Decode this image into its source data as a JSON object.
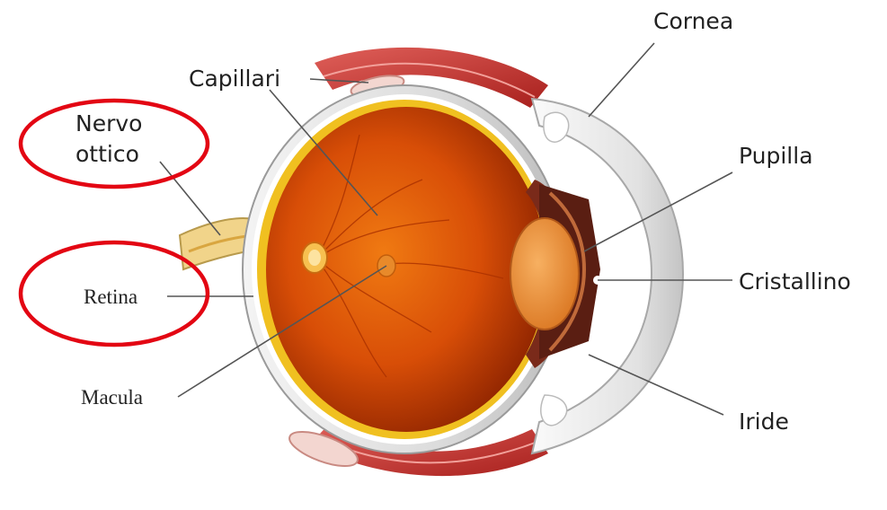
{
  "labels": {
    "cornea": "Cornea",
    "capillari": "Capillari",
    "nervo_line1": "Nervo",
    "nervo_line2": "ottico",
    "pupilla": "Pupilla",
    "retina": "Retina",
    "cristallino": "Cristallino",
    "macula": "Macula",
    "iride": "Iride"
  },
  "colors": {
    "highlight": "#e30613",
    "vitreous": "#e05a06",
    "macula_yellow": "#f5c400",
    "sclera": "#e6e6e6",
    "muscle": "#c83a35"
  },
  "highlighted": [
    "Nervo ottico",
    "Retina"
  ]
}
